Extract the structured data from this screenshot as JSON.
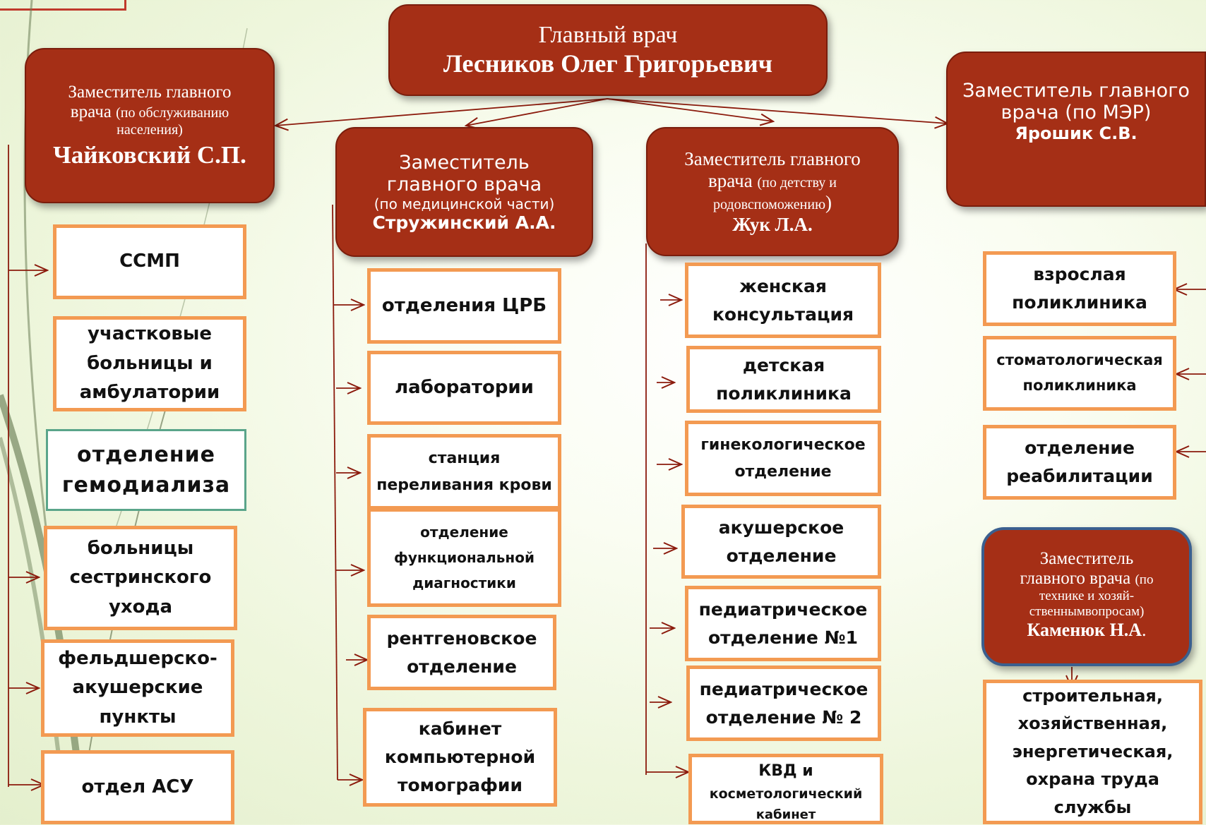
{
  "chief": {
    "title": "Главный врач",
    "name": "Лесников Олег Григорьевич"
  },
  "deputies": {
    "service": {
      "line1": "Заместитель главного",
      "line2a": "врача",
      "line2b": "(по обслуживанию",
      "line3": "населения)",
      "name": "Чайковский С.П."
    },
    "medical": {
      "line1": "Заместитель",
      "line2": "главного врача",
      "line3": "(по медицинской части)",
      "name": "Стружинский А.А."
    },
    "childhood": {
      "line1": "Заместитель главного",
      "line2a": "врача",
      "line2b": "(по детству и",
      "line3a": "родовспоможению",
      "line3b": ")",
      "name": "Жук Л.А."
    },
    "mer": {
      "line1": "Заместитель главного",
      "line2": "врача (по МЭР)",
      "name": "Ярошик С.В."
    },
    "technical": {
      "line1": "Заместитель",
      "line2a": "главного врача",
      "line2b": "(по",
      "line3": "технике и хозяй-",
      "line4": "ственнымвопросам)",
      "name": "Каменюк Н.А",
      "dot": "."
    }
  },
  "col1": {
    "items": [
      {
        "lines": [
          "ССМП"
        ]
      },
      {
        "lines": [
          "участковые",
          "больницы и",
          "амбулатории"
        ]
      },
      {
        "lines": [
          "отделение",
          "гемодиализа"
        ]
      },
      {
        "lines": [
          "больницы",
          "сестринского",
          "ухода"
        ]
      },
      {
        "lines": [
          "фельдшерско-",
          "акушерские",
          "пункты"
        ]
      },
      {
        "lines": [
          "отдел АСУ"
        ]
      }
    ]
  },
  "col2": {
    "items": [
      {
        "lines": [
          "отделения ЦРБ"
        ]
      },
      {
        "lines": [
          "лаборатории"
        ]
      },
      {
        "lines": [
          "станция",
          "переливания крови"
        ]
      },
      {
        "lines": [
          "отделение",
          "функциональной",
          "диагностики"
        ]
      },
      {
        "lines": [
          "рентгеновское",
          "отделение"
        ]
      },
      {
        "lines": [
          "кабинет",
          "компьютерной",
          "томографии"
        ]
      }
    ]
  },
  "col3": {
    "items": [
      {
        "lines": [
          "женская",
          "консультация"
        ]
      },
      {
        "lines": [
          "детская",
          "поликлиника"
        ]
      },
      {
        "lines": [
          "гинекологическое",
          "отделение"
        ]
      },
      {
        "lines": [
          "акушерское",
          "отделение"
        ]
      },
      {
        "lines": [
          "педиатрическое",
          "отделение №1"
        ]
      },
      {
        "lines": [
          "педиатрическое",
          "отделение № 2"
        ]
      },
      {
        "lines": [
          "КВД и",
          "косметологический",
          "кабинет"
        ]
      }
    ]
  },
  "col4": {
    "items": [
      {
        "lines": [
          "взрослая",
          "поликлиника"
        ]
      },
      {
        "lines": [
          "стоматологическая",
          "поликлиника"
        ]
      },
      {
        "lines": [
          "отделение",
          "реабилитации"
        ]
      },
      {
        "lines": [
          "строительная,",
          "хозяйственная,",
          "энергетическая,",
          "охрана труда",
          "службы"
        ]
      }
    ]
  },
  "colors": {
    "head": "#a52f16",
    "box_border": "#f39a52",
    "teal_border": "#5aa58a",
    "blue_border": "#3a5f8f",
    "line": "#8b1a0c"
  }
}
